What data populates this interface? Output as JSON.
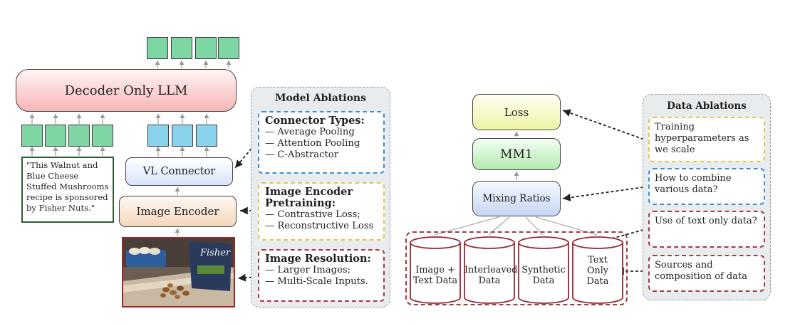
{
  "left": {
    "llm_label": "Decoder Only LLM",
    "caption_text": "\"This Walnut and Blue Cheese Stuffed Mushrooms recipe is sponsored by Fisher Nuts.\"",
    "vl_connector_label": "VL Connector",
    "image_encoder_label": "Image Encoder",
    "product_brand": "Fisher",
    "output_token_count": 4,
    "text_token_count": 4,
    "image_token_count": 3,
    "colors": {
      "text_token": "#7fd6a5",
      "image_token": "#8ad3ec",
      "image_border": "#a0242e"
    }
  },
  "model_ablations": {
    "title": "Model Ablations",
    "connector": {
      "title": "Connector Types:",
      "items": [
        "— Average Pooling",
        "— Attention Pooling",
        "— C-Abstractor"
      ]
    },
    "encoder": {
      "title": "Image Encoder Pretraining:",
      "items": [
        "— Contrastive Loss;",
        "— Reconstructive Loss"
      ]
    },
    "resolution": {
      "title": "Image Resolution:",
      "items": [
        "— Larger Images;",
        "— Multi-Scale Inputs."
      ]
    }
  },
  "right": {
    "loss_label": "Loss",
    "mm1_label": "MM1",
    "mixing_label": "Mixing Ratios",
    "datasets": [
      {
        "line1": "Image +",
        "line2": "Text Data"
      },
      {
        "line1": "Interleaved",
        "line2": "Data"
      },
      {
        "line1": "Synthetic",
        "line2": "Data"
      },
      {
        "line1": "Text",
        "line2": "Only",
        "line3": "Data"
      }
    ]
  },
  "data_ablations": {
    "title": "Data Ablations",
    "items": [
      "Training hyperparameters as we scale",
      "How to combine various data?",
      "Use of text only data?",
      "Sources and composition of data"
    ]
  }
}
